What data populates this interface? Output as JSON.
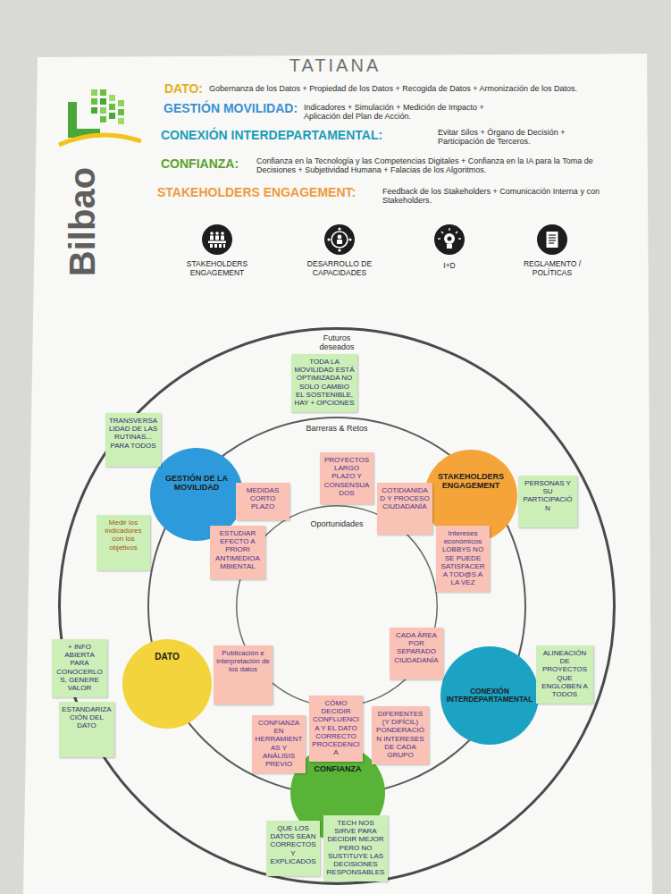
{
  "diagram": {
    "nodes": [
      {
        "text": [
          "Futuros deseados"
        ]
      },
      {
        "text": [
          "Barreras & Retos"
        ],
        "in": 0
      },
      {
        "text": [
          "Oportunidades"
        ],
        "in": 1
      },
      {
        "text": [
          "TODA LA MOVILIDAD ESTÁ OPTIMIZADA NO SOLO CAMBIO EL SOSTENIBLE, HAY + OPCIONES"
        ],
        "in": 0
      },
      {
        "text": [
          "TRANSVERSALIDAD DE LAS RUTINAS... PARA TODOS"
        ]
      },
      {
        "text": [
          "PROYECTOS LARGO PLAZO Y CONSENSUADOS"
        ],
        "in": 1
      },
      {
        "text": [
          "GESTIÓN DE LA MOVILIDAD"
        ],
        "in": 0
      },
      {
        "text": [
          "STAKEHOLDERS ENGAGEMENT"
        ],
        "in": 0
      },
      {
        "text": [
          "PERSONAS Y SU PARTICIPACIÓN"
        ],
        "in": 0
      },
      {
        "text": [
          "MEDIDAS CORTO PLAZO"
        ],
        "in": 1
      },
      {
        "text": [
          "COTIDIANIDAD Y PROCESO CIUDADANÍA"
        ],
        "in": 1
      },
      {
        "text": [
          "Medir los indicadores con los objetivos"
        ],
        "in": 0
      },
      {
        "text": [
          "ESTUDIAR EFECTO A PRIORI ANTIMEDIOAMBIENTAL"
        ],
        "in": 1
      },
      {
        "text": [
          "Intereses económicos LOBBYS NO SE PUEDE SATISFACER A TOD@S A LA VEZ"
        ],
        "in": 1
      },
      {
        "text": [
          "CADA ÁREA POR SEPARADO CIUDADANÍA"
        ],
        "in": 1
      },
      {
        "text": [
          "+ INFO ABIERTA PARA CONOCERLOS, GENERE VALOR"
        ]
      },
      {
        "text": [
          "DATO"
        ],
        "in": 0
      },
      {
        "text": [
          "Publicación e interpretación de los datos"
        ],
        "in": 1
      },
      {
        "text": [
          "ALINEACIÓN DE PROYECTOS QUE ENGLOBEN A TODOS"
        ],
        "in": 0
      },
      {
        "text": [
          "CONEXIÓN INTERDEPARTAMENTAL"
        ],
        "in": 0
      },
      {
        "text": [
          "CÓMO DECIDIR CONFLUENCIA Y EL DATO CORRECTO PROCEDENCIA"
        ],
        "in": 1
      },
      {
        "text": [
          "ESTANDARIZACIÓN DEL DATO"
        ]
      },
      {
        "text": [
          "DIFERENTES (Y DIFÍCIL) PONDERACIÓN INTERESES DE CADA GRUPO"
        ],
        "in": 1
      },
      {
        "text": [
          "CONFIANZA EN HERRAMIENTAS Y ANÁLISIS PREVIO"
        ],
        "in": 1
      },
      {
        "text": [
          "CONFIANZA"
        ],
        "in": 0
      },
      {
        "text": [
          "QUE LOS DATOS SEAN CORRECTOS Y EXPLICADOS"
        ]
      },
      {
        "text": [
          "TECH NOS SIRVE PARA DECIDIR MEJOR PERO NO SUSTITUYE LAS DECISIONES RESPONSABLES"
        ]
      }
    ],
    "labels": [
      "TATIANA",
      "Bilbao",
      "DATO:",
      "Gobernanza de los Datos + Propiedad de los Datos + Recogida de Datos + Armonización de los Datos.",
      "GESTIÓN MOVILIDAD:",
      "Indicadores + Simulación + Medición de Impacto + Aplicación del Plan de Acción.",
      "CONEXIÓN INTERDEPARTAMENTAL:",
      "Evitar Silos + Órgano de Decisión + Participación de Terceros.",
      "CONFIANZA:",
      "Confianza en la Tecnología y las Competencias Digitales + Confianza en la IA para la Toma de Decisiones + Subjetividad Humana + Falacias de los Algoritmos.",
      "STAKEHOLDERS ENGAGEMENT:",
      "Feedback de los Stakeholders + Comunicación Interna y con Stakeholders.",
      "STAKEHOLDERS ENGAGEMENT",
      "DESARROLLO DE CAPACIDADES",
      "I+D",
      "REGLAMENTO / POLÍTICAS"
    ]
  }
}
